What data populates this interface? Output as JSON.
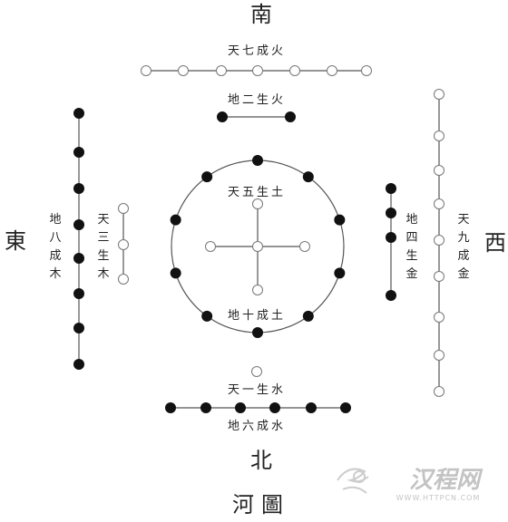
{
  "directions": {
    "south": "南",
    "north": "北",
    "east": "東",
    "west": "西"
  },
  "labels": {
    "tian_qi": "天七成火",
    "di_er": "地二生火",
    "tian_wu": "天五生土",
    "di_shi": "地十成土",
    "tian_yi": "天一生水",
    "di_liu": "地六成水",
    "di_ba": [
      "地",
      "八",
      "成",
      "木"
    ],
    "tian_san": [
      "天",
      "三",
      "生",
      "木"
    ],
    "di_si": [
      "地",
      "四",
      "生",
      "金"
    ],
    "tian_jiu": [
      "天",
      "九",
      "成",
      "金"
    ]
  },
  "title": "河圖",
  "watermark": {
    "brand": "汉程网",
    "url": "WWW.HTTPCN.COM"
  },
  "colors": {
    "yang_dot_fill": "#ffffff",
    "yin_dot_fill": "#111111",
    "line": "#555555"
  },
  "groups": [
    {
      "label": "天七成火",
      "count": 7,
      "kind": "open"
    },
    {
      "label": "地二生火",
      "count": 2,
      "kind": "filled"
    },
    {
      "label": "天五生土",
      "count": 5,
      "kind": "open"
    },
    {
      "label": "地十成土",
      "count": 10,
      "kind": "filled"
    },
    {
      "label": "天一生水",
      "count": 1,
      "kind": "open"
    },
    {
      "label": "地六成水",
      "count": 6,
      "kind": "filled"
    },
    {
      "label": "地八成木",
      "count": 8,
      "kind": "filled"
    },
    {
      "label": "天三生木",
      "count": 3,
      "kind": "open"
    },
    {
      "label": "地四生金",
      "count": 4,
      "kind": "filled"
    },
    {
      "label": "天九成金",
      "count": 9,
      "kind": "open"
    }
  ]
}
